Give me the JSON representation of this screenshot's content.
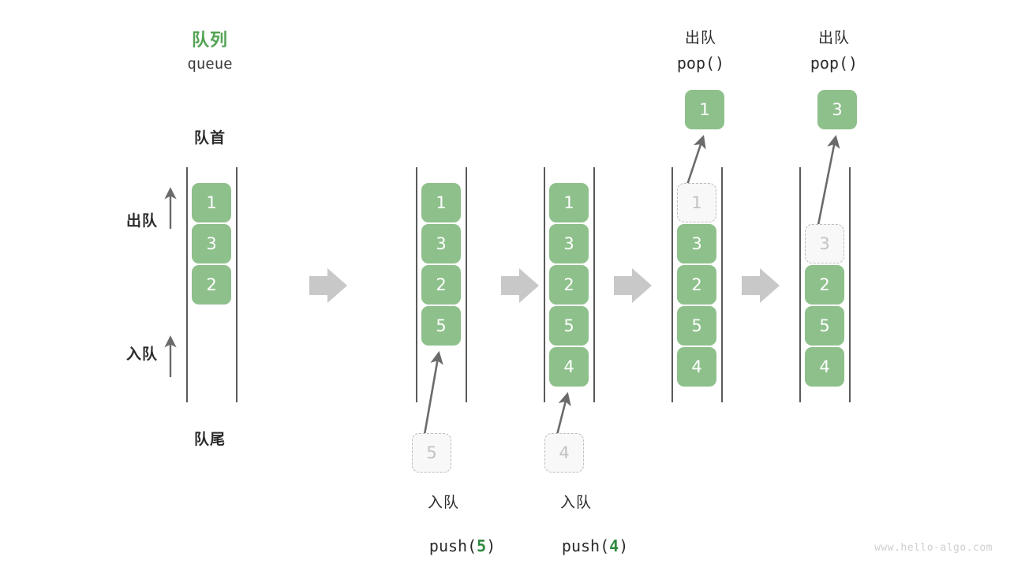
{
  "title": {
    "cn": "队列",
    "en": "queue",
    "color": "#53a353"
  },
  "labels": {
    "front": "队首",
    "rear": "队尾",
    "dequeue": "出队",
    "enqueue": "入队"
  },
  "watermark": "www.hello-algo.com",
  "colors": {
    "cell_fill": "#8ec08b",
    "cell_text": "#ffffff",
    "ghost_fill": "#f8f8f8",
    "ghost_border": "#bdbdbd",
    "ghost_text": "#c2c2c2",
    "rail": "#5a5a5a",
    "step_arrow": "#c8c8c8",
    "motion_arrow": "#6b6b6b",
    "accent_green": "#2f8a3e",
    "title_green": "#53a353",
    "watermark": "#cfcfcf"
  },
  "columns": [
    {
      "id": "initial",
      "cells": [
        "1",
        "3",
        "2"
      ],
      "ghost_index": null,
      "header_cn": null,
      "header_code": null,
      "popped_value": null,
      "footer_cn": null,
      "footer_code_prefix": null,
      "footer_code_arg": null,
      "footer_code_suffix": null,
      "incoming_value": null
    },
    {
      "id": "push-5",
      "cells": [
        "1",
        "3",
        "2",
        "5"
      ],
      "ghost_index": null,
      "header_cn": null,
      "header_code": null,
      "popped_value": null,
      "footer_cn": "入队",
      "footer_code_prefix": "push(",
      "footer_code_arg": "5",
      "footer_code_suffix": ")",
      "incoming_value": "5"
    },
    {
      "id": "push-4",
      "cells": [
        "1",
        "3",
        "2",
        "5",
        "4"
      ],
      "ghost_index": null,
      "header_cn": null,
      "header_code": null,
      "popped_value": null,
      "footer_cn": "入队",
      "footer_code_prefix": "push(",
      "footer_code_arg": "4",
      "footer_code_suffix": ")",
      "incoming_value": "4"
    },
    {
      "id": "pop-1",
      "cells": [
        "1",
        "3",
        "2",
        "5",
        "4"
      ],
      "ghost_index": 0,
      "header_cn": "出队",
      "header_code": "pop()",
      "popped_value": "1",
      "footer_cn": null,
      "footer_code_prefix": null,
      "footer_code_arg": null,
      "footer_code_suffix": null,
      "incoming_value": null
    },
    {
      "id": "pop-3",
      "cells": [
        "3",
        "2",
        "5",
        "4"
      ],
      "ghost_index": 0,
      "header_cn": "出队",
      "header_code": "pop()",
      "popped_value": "3",
      "footer_cn": null,
      "footer_code_prefix": null,
      "footer_code_arg": null,
      "footer_code_suffix": null,
      "incoming_value": null
    }
  ]
}
